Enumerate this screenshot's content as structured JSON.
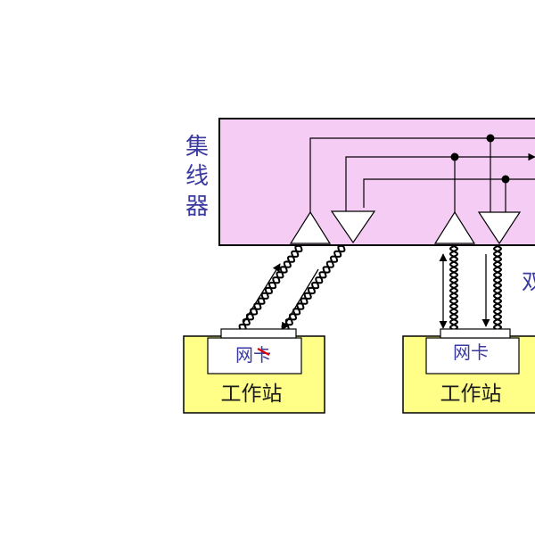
{
  "hub": {
    "label_chars": [
      "集",
      "线",
      "器"
    ],
    "fill": "#f4ccf4",
    "label_color": "#3a3aa0"
  },
  "stations": [
    {
      "nic_label": "网卡",
      "station_label": "工作站"
    },
    {
      "nic_label": "网卡",
      "station_label": "工作站"
    }
  ],
  "side_label": "双",
  "colors": {
    "station_fill": "#ffff88",
    "nic_fill": "#ffffff",
    "nic_label": "#3a3aa0",
    "station_label": "#1a1a1a",
    "line": "#000000",
    "red_mark": "#e00000"
  }
}
